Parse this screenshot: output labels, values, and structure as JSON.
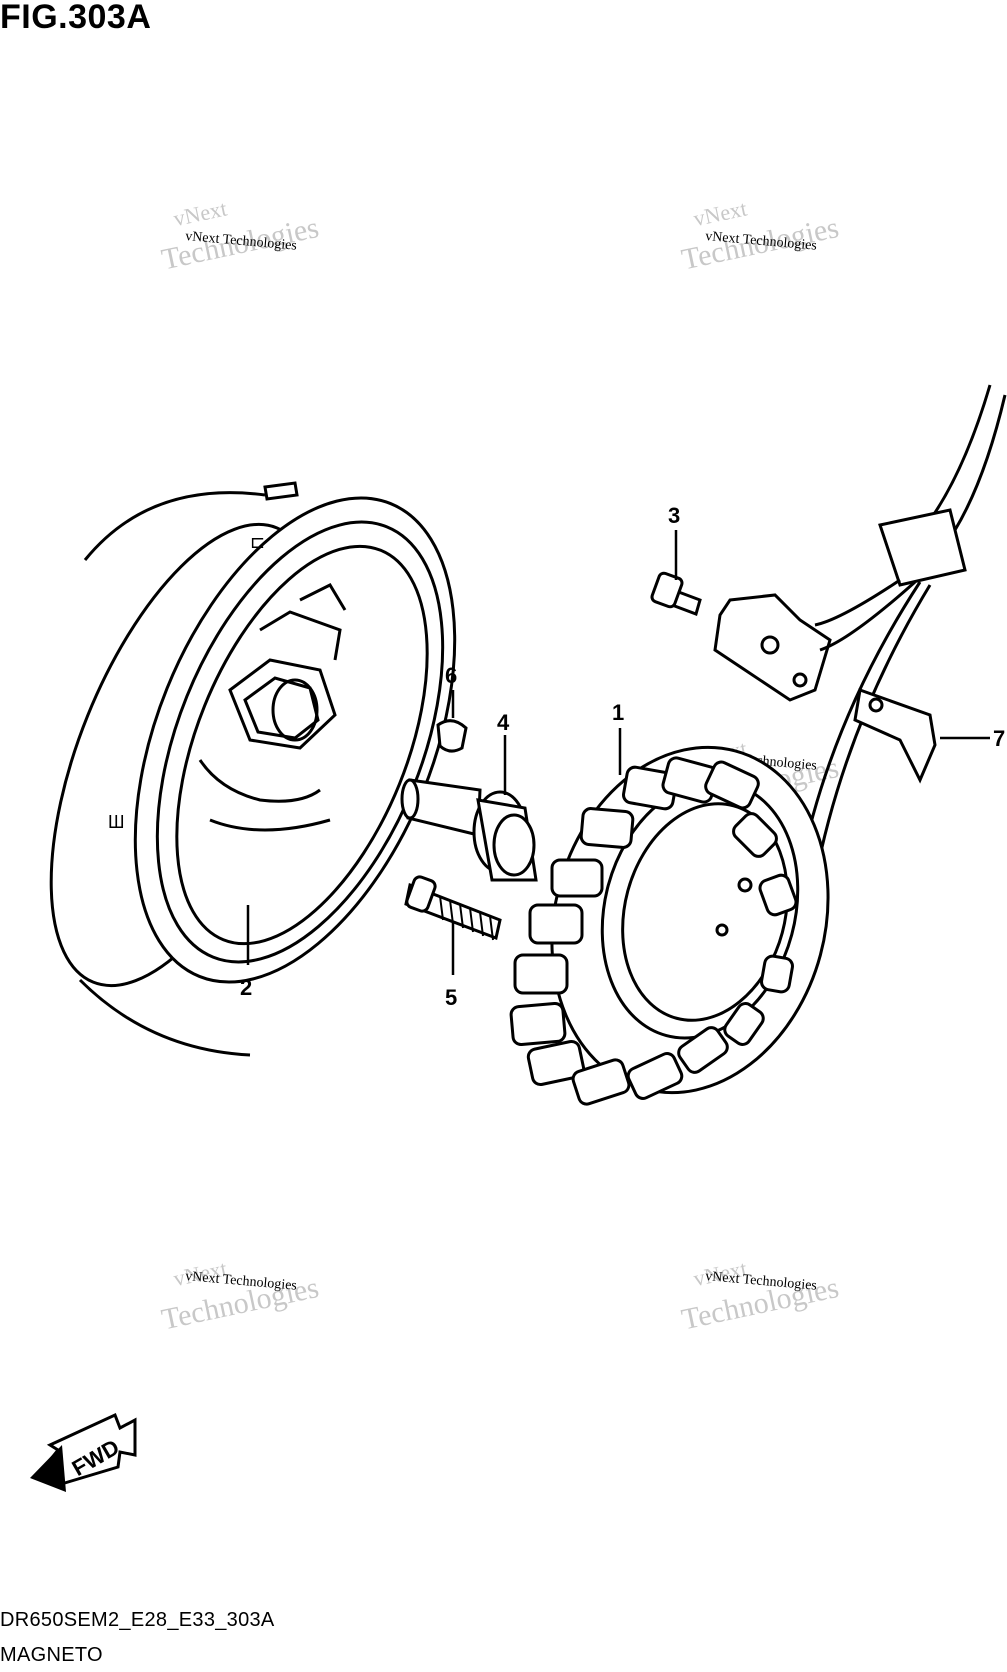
{
  "figure": {
    "title": "FIG.303A"
  },
  "footer": {
    "code": "DR650SEM2_E28_E33_303A",
    "name": "MAGNETO"
  },
  "callouts": [
    "1",
    "2",
    "3",
    "4",
    "5",
    "6",
    "7"
  ],
  "fwd_arrow": {
    "label": "FWD"
  },
  "watermark": {
    "line1": "vNext Technologies",
    "line2": "vNext",
    "line3": "Technologies"
  }
}
